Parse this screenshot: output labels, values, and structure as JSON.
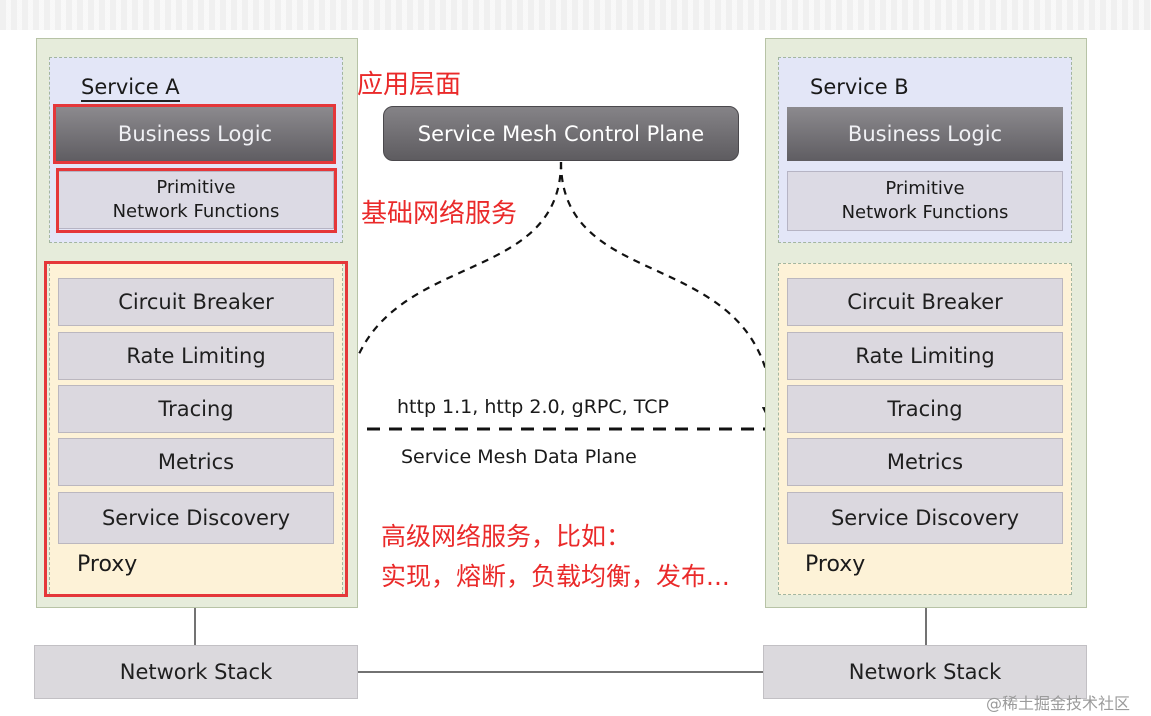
{
  "service_a": {
    "title": "Service A",
    "business_logic": "Business Logic",
    "primitive_line1": "Primitive",
    "primitive_line2": "Network Functions",
    "proxy_items": [
      "Circuit Breaker",
      "Rate Limiting",
      "Tracing",
      "Metrics",
      "Service Discovery"
    ],
    "proxy_label": "Proxy"
  },
  "service_b": {
    "title": "Service B",
    "business_logic": "Business Logic",
    "primitive_line1": "Primitive",
    "primitive_line2": "Network Functions",
    "proxy_items": [
      "Circuit Breaker",
      "Rate Limiting",
      "Tracing",
      "Metrics",
      "Service Discovery"
    ],
    "proxy_label": "Proxy"
  },
  "control_plane": {
    "label": "Service Mesh Control Plane"
  },
  "data_plane": {
    "protocols": "http 1.1, http 2.0, gRPC, TCP",
    "label": "Service Mesh Data Plane"
  },
  "network_stack": {
    "left": "Network Stack",
    "right": "Network Stack"
  },
  "annotations": {
    "app_layer": "应用层面",
    "basic_network": "基础网络服务",
    "advanced_line1": "高级网络服务，比如：",
    "advanced_line2": "实现，熔断，负载均衡，发布..."
  },
  "colors": {
    "annotation_red": "#ea2a2a",
    "panel_green": "#e6ecdb",
    "service_blue": "#e3e6f7",
    "proxy_yellow": "#fdf2d7"
  },
  "watermark": "@稀土掘金技术社区"
}
